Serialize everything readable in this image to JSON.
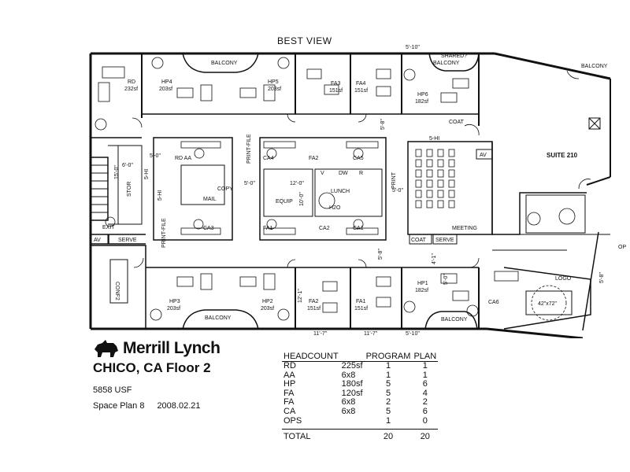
{
  "plan": {
    "top_label": "BEST VIEW",
    "rooms": {
      "rd": {
        "name": "RD",
        "area": "232sf"
      },
      "hp4": {
        "name": "HP4",
        "area": "203sf"
      },
      "hp5": {
        "name": "HP5",
        "area": "203sf"
      },
      "fa3": {
        "name": "FA3",
        "area": "151sf"
      },
      "fa4": {
        "name": "FA4",
        "area": "151sf"
      },
      "hp6": {
        "name": "HP6",
        "area": "182sf"
      },
      "hp3": {
        "name": "HP3",
        "area": "203sf"
      },
      "hp2": {
        "name": "HP2",
        "area": "203sf"
      },
      "fa2b": {
        "name": "FA2",
        "area": "151sf"
      },
      "fa1b": {
        "name": "FA1",
        "area": "151sf"
      },
      "hp1": {
        "name": "HP1",
        "area": "182sf"
      }
    },
    "labels": {
      "balcony": "BALCONY",
      "shared": "SHARED?",
      "suite": "SUITE 210",
      "coat": "COAT",
      "serve": "SERVE",
      "av": "AV",
      "exit": "EXIT",
      "stor": "STOR",
      "mail": "MAIL",
      "copy": "COPY",
      "equip": "EQUIP",
      "lunch": "LUNCH",
      "meeting": "MEETING",
      "print_file": "PRINT-FILE",
      "print": "PRINT",
      "conf2": "CONF2",
      "logo": "LOGO",
      "table_size": "42\"x72\"",
      "rd_aa": "RD AA",
      "ca4": "CA4",
      "fa2": "FA2",
      "ca5": "CA5",
      "fa1": "FA1",
      "ca2": "CA2",
      "ca1": "CA1",
      "ca3": "CA3",
      "ca6": "CA6",
      "five_hi": "5-HI",
      "h2o": "H2O",
      "v": "V",
      "dw": "DW",
      "r": "R",
      "op": "OP"
    },
    "dims": {
      "d1": "5'-10\"",
      "d2": "5'-10\"",
      "d3": "5'-0\"",
      "d4": "6'-0\"",
      "d5": "15'-0\"",
      "d6": "5'-0\"",
      "d7": "12'-0\"",
      "d8": "10'-0\"",
      "d9": "5'-0\"",
      "d10": "5'-8\"",
      "d11": "5'-8\"",
      "d12": "11'-7\"",
      "d13": "11'-7\"",
      "d14": "12'-1\"",
      "d15": "5'-0\"",
      "d16": "4'-1\"",
      "d17": "5'-8\""
    }
  },
  "brand": {
    "name": "Merrill Lynch",
    "location": "CHICO, CA Floor 2",
    "usf": "5858 USF",
    "plan_name": "Space Plan 8",
    "date": "2008.02.21"
  },
  "headcount": {
    "headers": [
      "HEADCOUNT",
      "",
      "PROGRAM",
      "PLAN"
    ],
    "rows": [
      {
        "code": "RD",
        "size": "225sf",
        "program": "1",
        "plan": "1"
      },
      {
        "code": "AA",
        "size": "6x8",
        "program": "1",
        "plan": "1"
      },
      {
        "code": "HP",
        "size": "180sf",
        "program": "5",
        "plan": "6"
      },
      {
        "code": "FA",
        "size": "120sf",
        "program": "5",
        "plan": "4"
      },
      {
        "code": "FA",
        "size": "6x8",
        "program": "2",
        "plan": "2"
      },
      {
        "code": "CA",
        "size": "6x8",
        "program": "5",
        "plan": "6"
      },
      {
        "code": "OPS",
        "size": "",
        "program": "1",
        "plan": "0"
      }
    ],
    "total": {
      "label": "TOTAL",
      "program": "20",
      "plan": "20"
    }
  }
}
